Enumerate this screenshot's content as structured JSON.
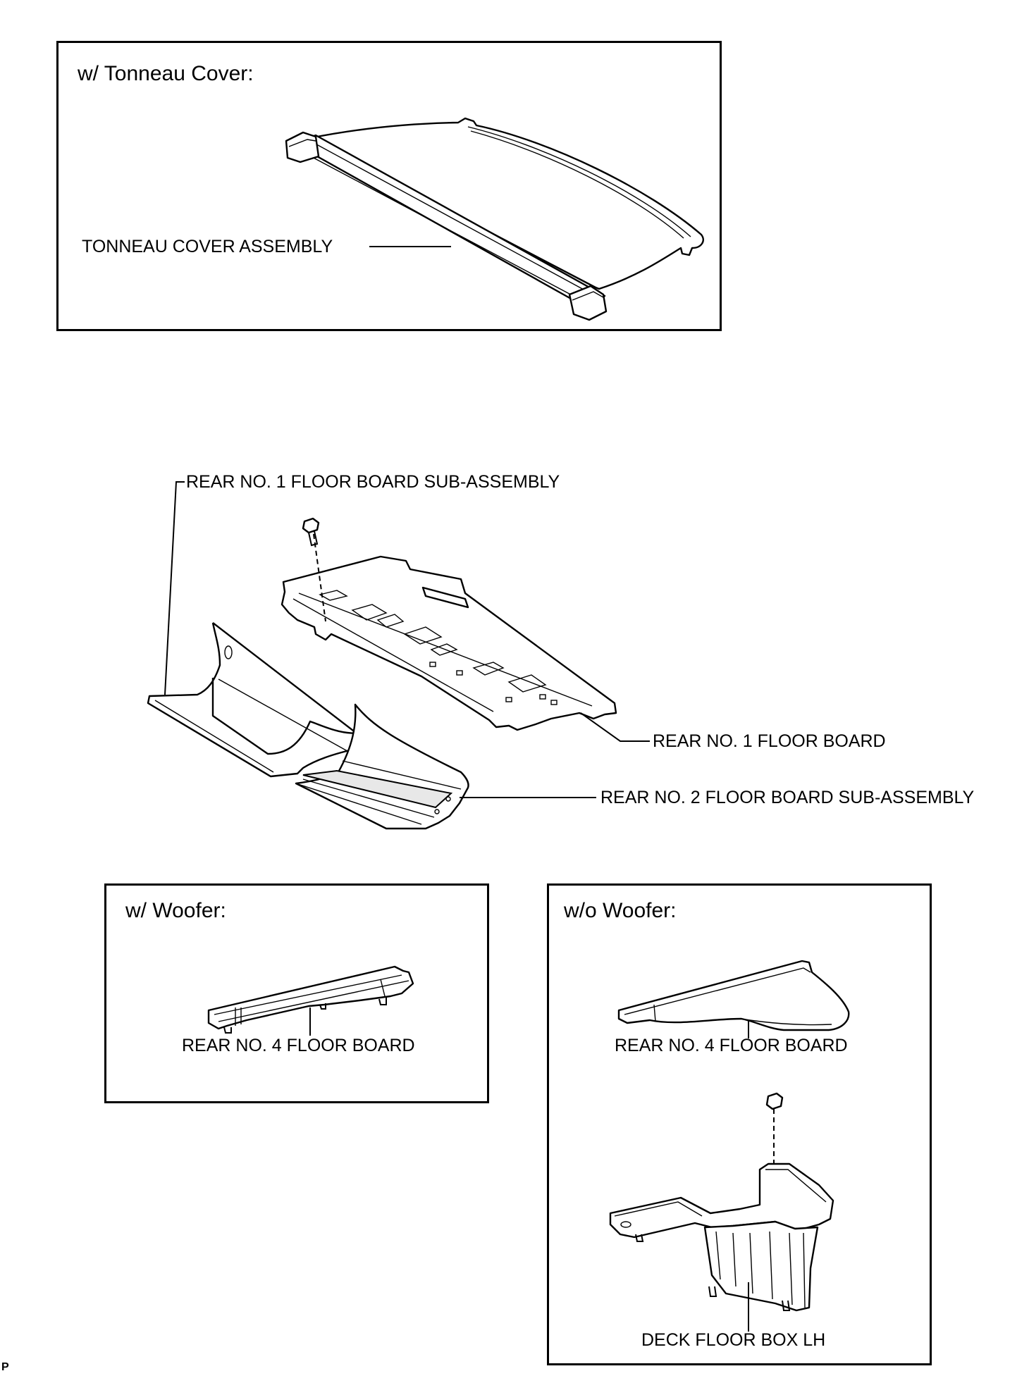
{
  "tonneau_panel": {
    "heading": "w/ Tonneau Cover:",
    "label": "TONNEAU COVER ASSEMBLY"
  },
  "floor_boards": {
    "label_sub1": "REAR NO. 1 FLOOR BOARD SUB-ASSEMBLY",
    "label_board1": "REAR NO. 1 FLOOR BOARD",
    "label_sub2": "REAR NO. 2 FLOOR BOARD SUB-ASSEMBLY"
  },
  "woofer_panel": {
    "heading": "w/ Woofer:",
    "label": "REAR NO. 4 FLOOR BOARD"
  },
  "no_woofer_panel": {
    "heading": "w/o Woofer:",
    "label_board": "REAR NO. 4 FLOOR BOARD",
    "label_box": "DECK FLOOR BOX LH"
  },
  "footer_code": "P"
}
